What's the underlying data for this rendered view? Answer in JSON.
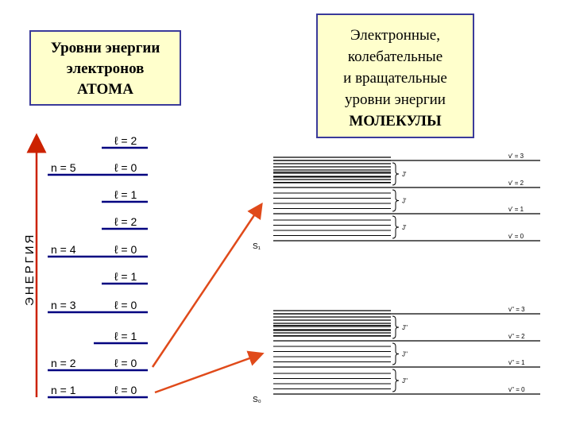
{
  "atom_box": {
    "lines": [
      "Уровни энергии",
      "электронов",
      "АТОМА"
    ]
  },
  "molecule_box": {
    "lines": [
      "Электронные,",
      "колебательные",
      "и вращательные",
      "уровни энергии",
      "МОЛЕКУЛЫ"
    ]
  },
  "energy_axis_label": "ЭНЕРГИЯ",
  "atom_levels": [
    {
      "n": "",
      "l": "ℓ = 2"
    },
    {
      "n": "n = 5",
      "l": "ℓ = 0"
    },
    {
      "n": "",
      "l": "ℓ = 1"
    },
    {
      "n": "",
      "l": "ℓ = 2"
    },
    {
      "n": "n = 4",
      "l": "ℓ = 0"
    },
    {
      "n": "",
      "l": "ℓ = 1"
    },
    {
      "n": "n = 3",
      "l": "ℓ = 0"
    },
    {
      "n": "",
      "l": "ℓ = 1"
    },
    {
      "n": "n = 2",
      "l": "ℓ = 0"
    },
    {
      "n": "n = 1",
      "l": "ℓ = 0"
    }
  ],
  "excited_state": {
    "label": "S₁",
    "rot_label": "J'",
    "vib_labels": [
      "v' = 3",
      "v' = 2",
      "v' = 1",
      "v' = 0"
    ]
  },
  "ground_state": {
    "label": "S₀",
    "rot_label": "J''",
    "vib_labels": [
      "v'' = 3",
      "v'' = 2",
      "v'' = 1",
      "v'' = 0"
    ]
  },
  "colors": {
    "box_fill": "#ffffcc",
    "box_border": "#3a3a9a",
    "level_line": "#000080",
    "axis_arrow": "#cc2200",
    "pointer_arrow": "#e04a1a"
  }
}
